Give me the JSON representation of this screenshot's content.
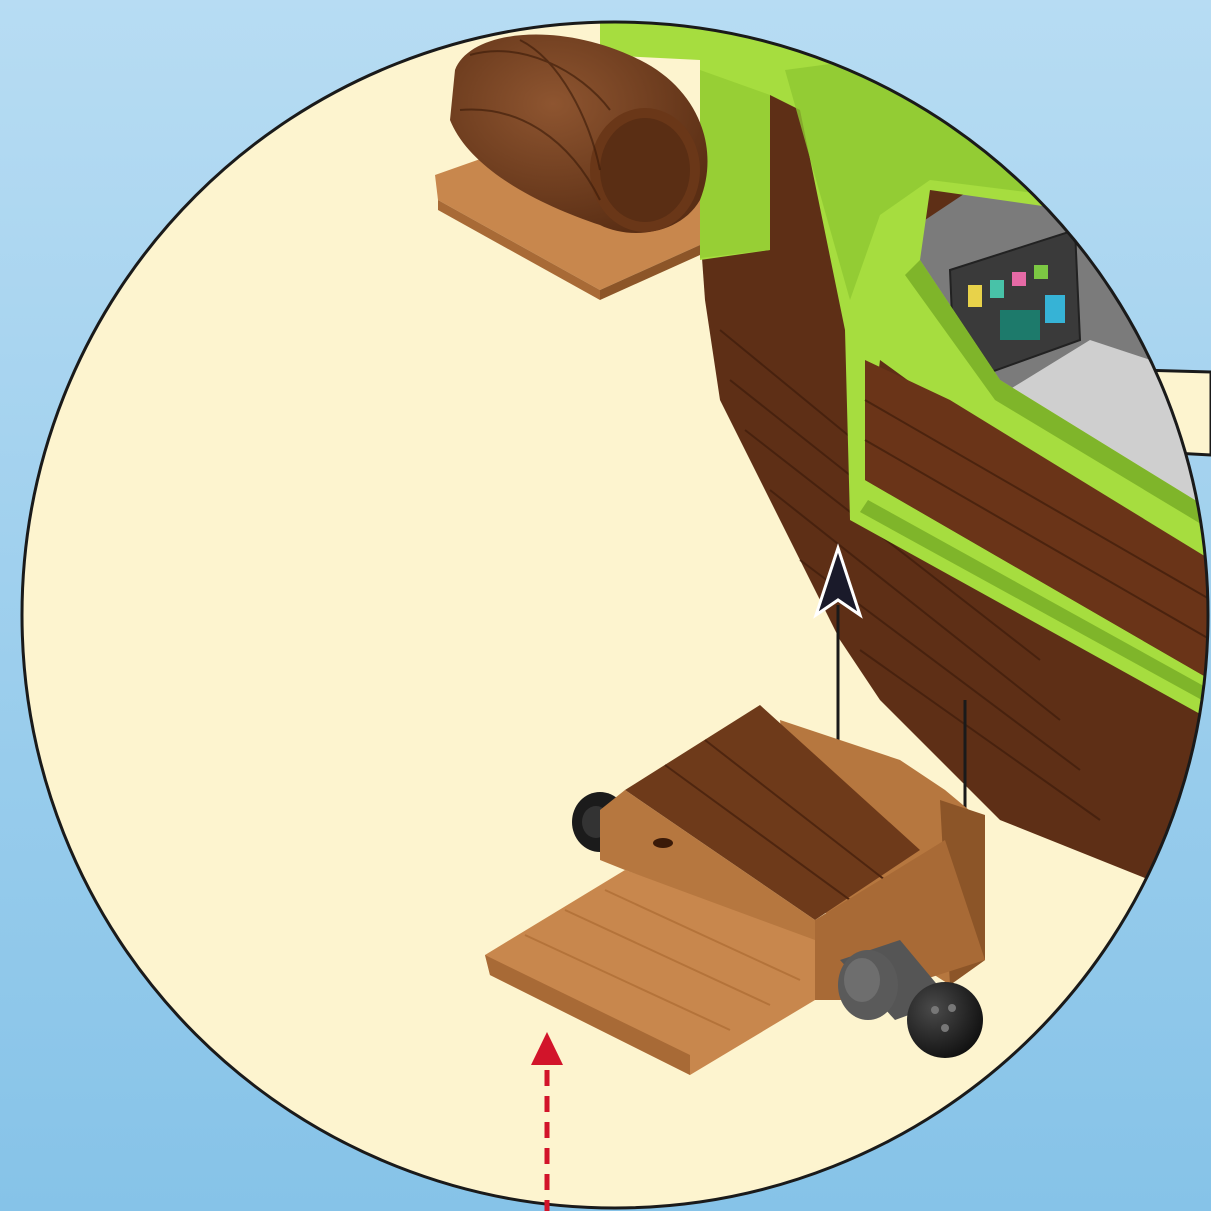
{
  "colors": {
    "background_top": "#b7dcf3",
    "background_bottom": "#86c3e8",
    "circle_fill": "#fdf4cf",
    "circle_stroke": "#1a1a1a",
    "hull_wood": "#5e2f16",
    "hull_wood_dark": "#4a2310",
    "hull_trim": "#a6dd3f",
    "hull_trim_dark": "#7fb52a",
    "interior_floor": "#c9c9c9",
    "panel_bg": "#3a3a3a",
    "barrel": "#7a4423",
    "barrel_dark": "#5a2e14",
    "plank_light": "#c8874d",
    "plank_mid": "#a86a36",
    "plank_dark": "#6e3a1a",
    "cannon_grey": "#555555",
    "cannon_black": "#1b1b1b",
    "arrow_dark": "#1a1a2a",
    "arrow_red": "#d2142a"
  },
  "parts": [
    {
      "id": "barrel",
      "icon": "barrel-icon"
    },
    {
      "id": "ship-hull",
      "icon": "ship-hull-icon"
    },
    {
      "id": "cannon-platform",
      "icon": "cannon-platform-icon"
    },
    {
      "id": "cannon",
      "icon": "cannon-icon"
    }
  ],
  "arrows": [
    {
      "id": "assembly-arrow",
      "style": "solid",
      "color": "dark"
    },
    {
      "id": "callout-arrow",
      "style": "dashed",
      "color": "red"
    }
  ]
}
